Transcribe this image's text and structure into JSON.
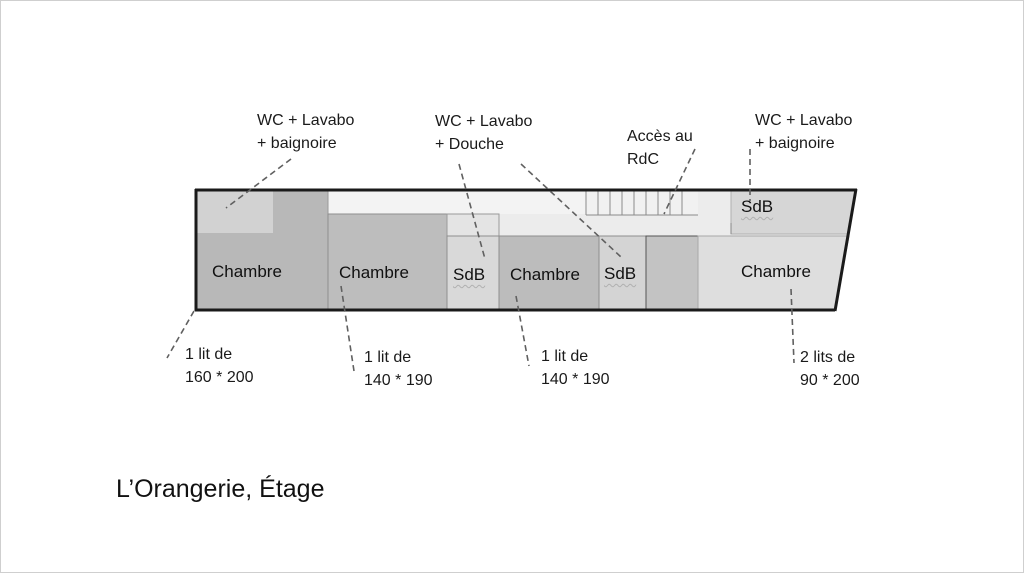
{
  "title": "L’Orangerie, Étage",
  "rooms": {
    "chambre_1": "Chambre",
    "chambre_2": "Chambre",
    "sdb_1": "SdB",
    "chambre_3": "Chambre",
    "sdb_2": "SdB",
    "sdb_3": "SdB",
    "chambre_4": "Chambre"
  },
  "annotations": {
    "wc_baignoire_left": [
      "WC + Lavabo",
      "+ baignoire"
    ],
    "wc_douche": [
      "WC + Lavabo",
      "+ Douche"
    ],
    "acces_rdc": [
      "Accès au",
      "RdC"
    ],
    "wc_baignoire_right": [
      "WC + Lavabo",
      "+ baignoire"
    ],
    "bed_1": [
      "1 lit de",
      "160 * 200"
    ],
    "bed_2": [
      "1 lit de",
      "140 * 190"
    ],
    "bed_3": [
      "1 lit de",
      "140 * 190"
    ],
    "bed_4": [
      "2 lits de",
      "90 * 200"
    ]
  },
  "colors": {
    "outline": "#1a1a1a",
    "room_dark": "#b8b8b8",
    "room_mid": "#c8c8c8",
    "room_light": "#dcdcdc",
    "corridor": "#ececec",
    "leader_line": "#606060"
  }
}
